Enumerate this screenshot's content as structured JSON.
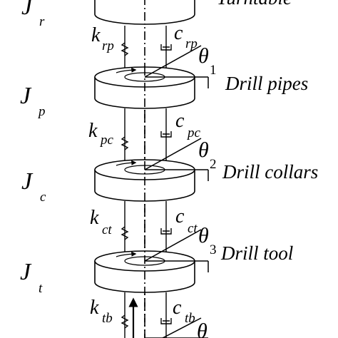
{
  "inertia": [
    {
      "base": "J",
      "sub": "r"
    },
    {
      "base": "J",
      "sub": "p"
    },
    {
      "base": "J",
      "sub": "c"
    },
    {
      "base": "J",
      "sub": "t"
    }
  ],
  "stiffness": [
    {
      "base": "k",
      "sub": "rp"
    },
    {
      "base": "k",
      "sub": "pc"
    },
    {
      "base": "k",
      "sub": "ct"
    },
    {
      "base": "k",
      "sub": "tb"
    }
  ],
  "damping": [
    {
      "base": "c",
      "sub": "rp"
    },
    {
      "base": "c",
      "sub": "pc"
    },
    {
      "base": "c",
      "sub": "ct"
    },
    {
      "base": "c",
      "sub": "tb"
    }
  ],
  "angles": [
    {
      "base": "θ",
      "sub": "1"
    },
    {
      "base": "θ",
      "sub": "2"
    },
    {
      "base": "θ",
      "sub": "3"
    },
    {
      "base": "θ",
      "sub": ""
    }
  ],
  "labels": {
    "turntable": "Turntable",
    "drill_pipes": "Drill pipes",
    "drill_collars": "Drill collars",
    "drill_tool": "Drill tool"
  }
}
